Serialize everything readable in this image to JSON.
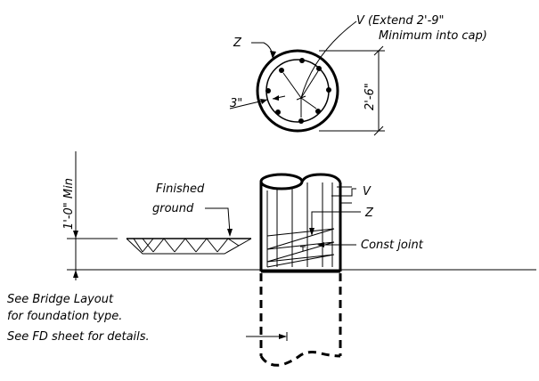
{
  "section": {
    "label_v_line1": "V (Extend 2'-9\"",
    "label_v_line2": "Minimum into cap)",
    "label_z": "Z",
    "label_cover": "3\"",
    "label_diameter": "2'-6\""
  },
  "elevation": {
    "label_min": "1'-0\" Min",
    "label_finished_line1": "Finished",
    "label_finished_line2": "ground",
    "label_v": "V",
    "label_z": "Z",
    "label_const_joint": "Const joint"
  },
  "notes": {
    "line1": "See Bridge Layout",
    "line2": "for foundation type.",
    "line3": "See FD sheet for details."
  }
}
